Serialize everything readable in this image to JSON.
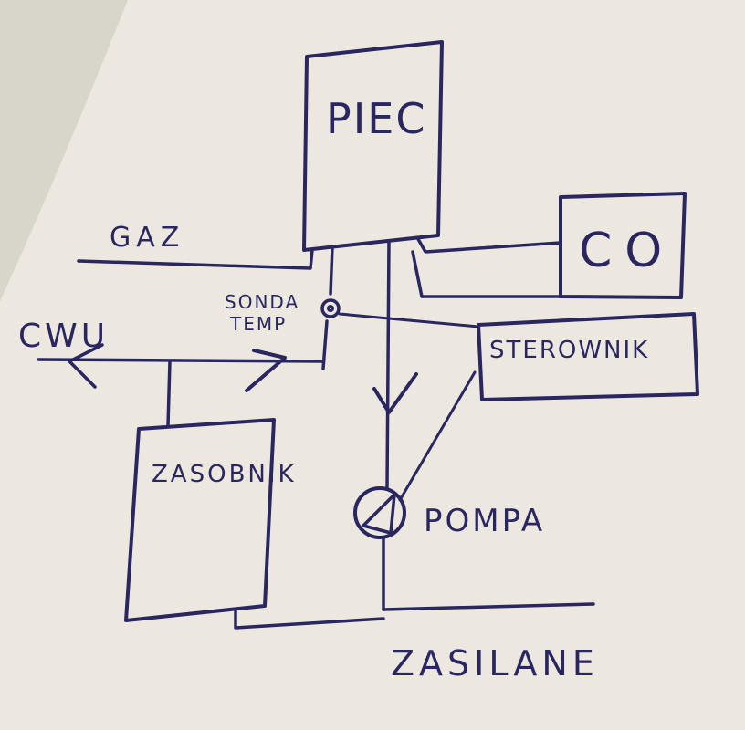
{
  "diagram": {
    "ink_color": "#2a2660",
    "labels": {
      "piec": "PIEC",
      "co": "CO",
      "gaz": "GAZ",
      "sonda": "SONDA",
      "temp": "TEMP",
      "cwu": "CWU",
      "sterownik": "STEROWNIK",
      "zasobnik": "ZASOBNIK",
      "pompa": "POMPA",
      "zasilane": "ZASILANE"
    }
  }
}
